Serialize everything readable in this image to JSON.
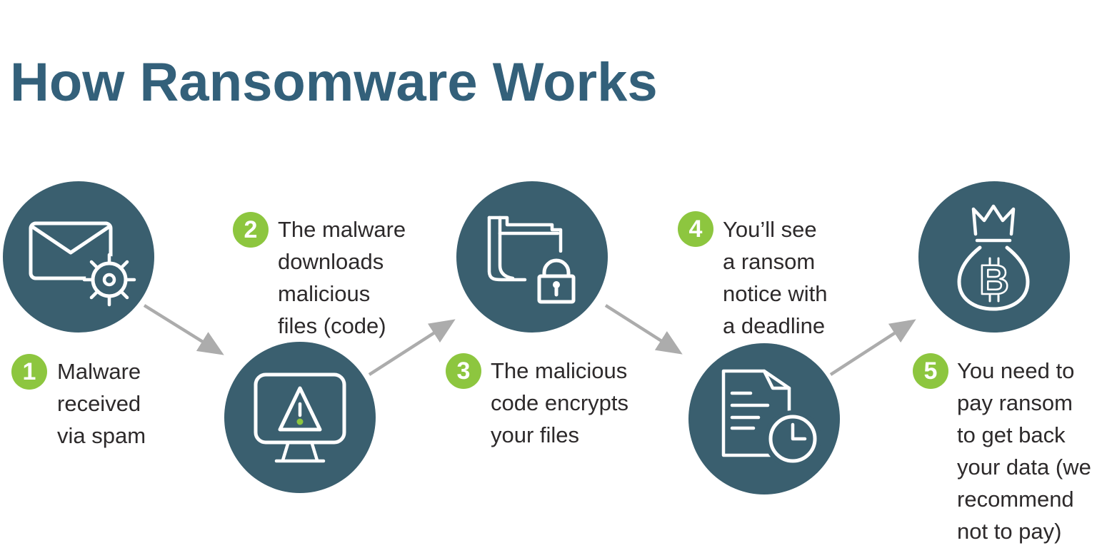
{
  "title": "How Ransomware Works",
  "colors": {
    "title": "#33607A",
    "circle_fill": "#3A5F6F",
    "accent_green": "#8DC63F",
    "body_text": "#2D2A2B",
    "arrow_gray": "#ACACAC",
    "icon_stroke": "#FFFFFF",
    "background": "#FFFFFF"
  },
  "steps": [
    {
      "number": "1",
      "label": "Malware\nreceived\nvia spam",
      "icon": "envelope-malware"
    },
    {
      "number": "2",
      "label": "The malware\ndownloads\nmalicious\nfiles (code)",
      "icon": "computer-warning"
    },
    {
      "number": "3",
      "label": "The malicious\ncode encrypts\nyour files",
      "icon": "folder-lock"
    },
    {
      "number": "4",
      "label": "You’ll see\na ransom\nnotice with\na deadline",
      "icon": "ransom-note-deadline"
    },
    {
      "number": "5",
      "label": "You need to\npay ransom\nto get back\nyour data (we\nrecommend\nnot to pay)",
      "icon": "bitcoin-money-bag"
    }
  ]
}
